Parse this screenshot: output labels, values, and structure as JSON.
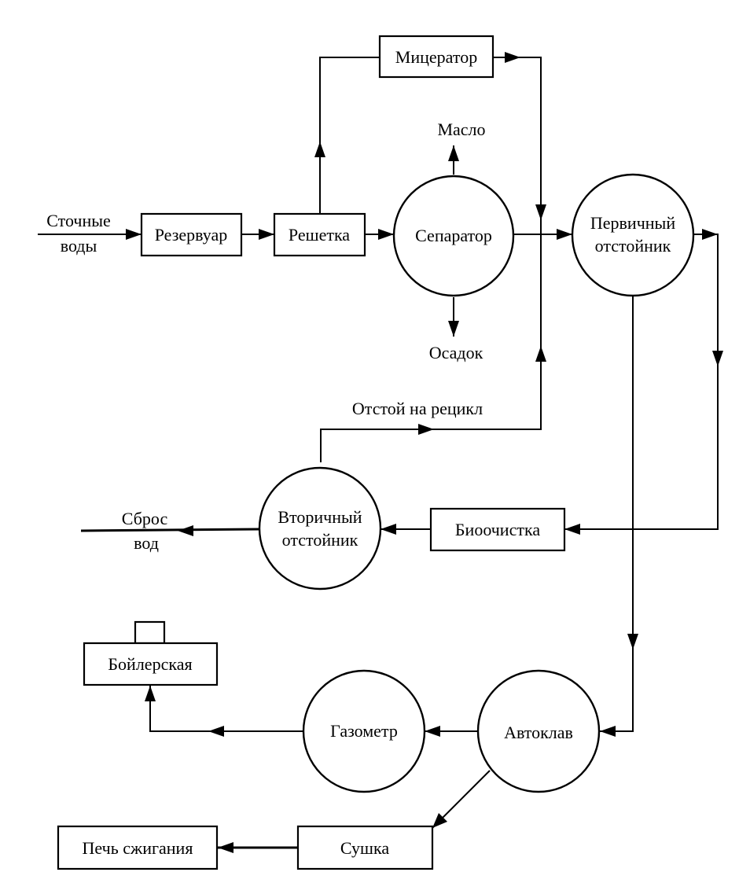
{
  "nodes": {
    "wastewater": {
      "line1": "Сточные",
      "line2": "воды"
    },
    "reservoir": {
      "label": "Резервуар"
    },
    "grate": {
      "label": "Решетка"
    },
    "macerator": {
      "label": "Мицератор"
    },
    "separator": {
      "label": "Сепаратор"
    },
    "oil": {
      "label": "Масло"
    },
    "sediment": {
      "label": "Осадок"
    },
    "primary_settler": {
      "line1": "Первичный",
      "line2": "отстойник"
    },
    "recycle": {
      "label": "Отстой на рецикл"
    },
    "bio_treatment": {
      "label": "Биоочистка"
    },
    "secondary_settler": {
      "line1": "Вторичный",
      "line2": "отстойник"
    },
    "discharge": {
      "line1": "Сброс",
      "line2": "вод"
    },
    "boiler_room": {
      "label": "Бойлерская"
    },
    "gasometer": {
      "label": "Газометр"
    },
    "autoclave": {
      "label": "Автоклав"
    },
    "dryer": {
      "label": "Сушка"
    },
    "incinerator": {
      "label": "Печь сжигания"
    }
  }
}
